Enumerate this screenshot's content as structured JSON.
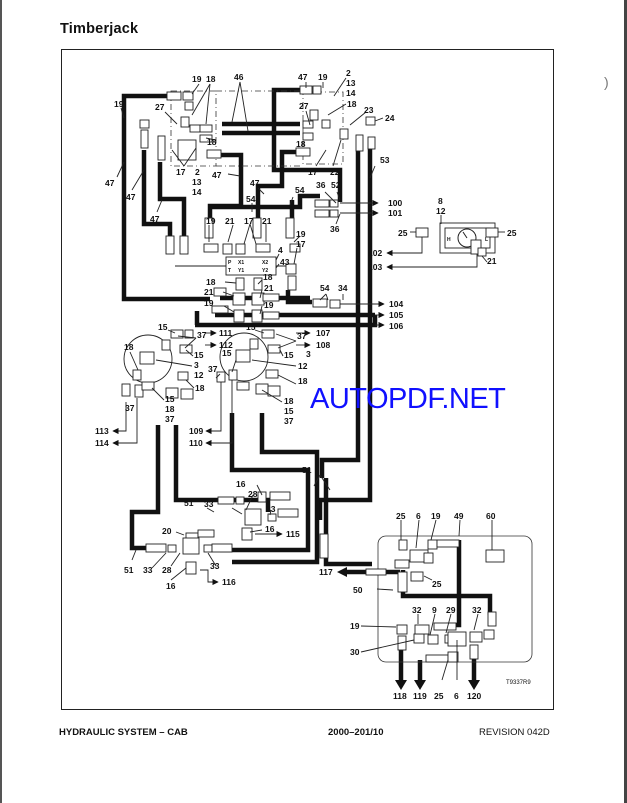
{
  "header": {
    "brand": "Timberjack"
  },
  "footer": {
    "section_title": "HYDRAULIC SYSTEM – CAB",
    "doc_number": "2000–201/10",
    "revision": "REVISION 042D"
  },
  "watermark": "AUTOPDF.NET",
  "binding_mark": ")",
  "diagram": {
    "figure_id": "T9337R9",
    "callouts": {
      "c1": "19",
      "c2": "18",
      "c3": "46",
      "c4": "47",
      "c5": "19",
      "c6": "2",
      "c7": "13",
      "c8": "14",
      "c9": "19",
      "c10": "27",
      "c11": "27",
      "c12": "18",
      "c13": "23",
      "c14": "24",
      "c15": "18",
      "c16": "18",
      "c17": "17",
      "c18": "2",
      "c19": "13",
      "c20": "14",
      "c21": "47",
      "c22": "47",
      "c23": "47",
      "c24": "47",
      "c25": "17",
      "c26": "22",
      "c27": "53",
      "c28": "47",
      "c29": "54",
      "c30": "54",
      "c31": "36",
      "c32": "52",
      "c33": "36",
      "c34": "19",
      "c35": "21",
      "c36": "17",
      "c37": "21",
      "c38": "19",
      "c39": "4",
      "c40": "43",
      "c41": "17",
      "c42": "18",
      "c43": "18",
      "c44": "21",
      "c45": "21",
      "c46": "19",
      "c47": "19",
      "c48": "54",
      "c49": "34",
      "c50": "8",
      "c51": "12",
      "c52": "25",
      "c53": "25",
      "c54": "21",
      "c55": "15",
      "c56": "37",
      "c57": "15",
      "c58": "18",
      "c59": "3",
      "c60": "12",
      "c61": "18",
      "c62": "15",
      "c63": "18",
      "c64": "37",
      "c65": "37",
      "c66": "15",
      "c67": "37",
      "c68": "15",
      "c69": "3",
      "c70": "15",
      "c71": "12",
      "c72": "37",
      "c73": "18",
      "c74": "18",
      "c75": "15",
      "c76": "37",
      "c77": "51",
      "c78": "16",
      "c79": "28",
      "c80": "33",
      "c81": "51",
      "c82": "33",
      "c83": "16",
      "c84": "20",
      "c85": "51",
      "c86": "33",
      "c87": "28",
      "c88": "33",
      "c89": "16",
      "c90": "25",
      "c91": "6",
      "c92": "19",
      "c93": "49",
      "c94": "60",
      "c95": "25",
      "c96": "50",
      "c97": "32",
      "c98": "9",
      "c99": "29",
      "c100": "32",
      "c101": "19",
      "c102": "30",
      "c103": "25",
      "c104": "6"
    },
    "ports": {
      "p100": "100",
      "p101": "101",
      "p102": "102",
      "p103": "103",
      "p104": "104",
      "p105": "105",
      "p106": "106",
      "p107": "107",
      "p108": "108",
      "p109": "109",
      "p110": "110",
      "p111": "111",
      "p112": "112",
      "p113": "113",
      "p114": "114",
      "p115": "115",
      "p116": "116",
      "p117": "117",
      "p118": "118",
      "p119": "119",
      "p120": "120"
    },
    "valve_ports": {
      "x1": "X1",
      "x2": "X2",
      "y1": "Y1",
      "y2": "Y2",
      "p": "P",
      "t": "T"
    },
    "gauge_ports": {
      "h": "H",
      "l": "L"
    }
  }
}
